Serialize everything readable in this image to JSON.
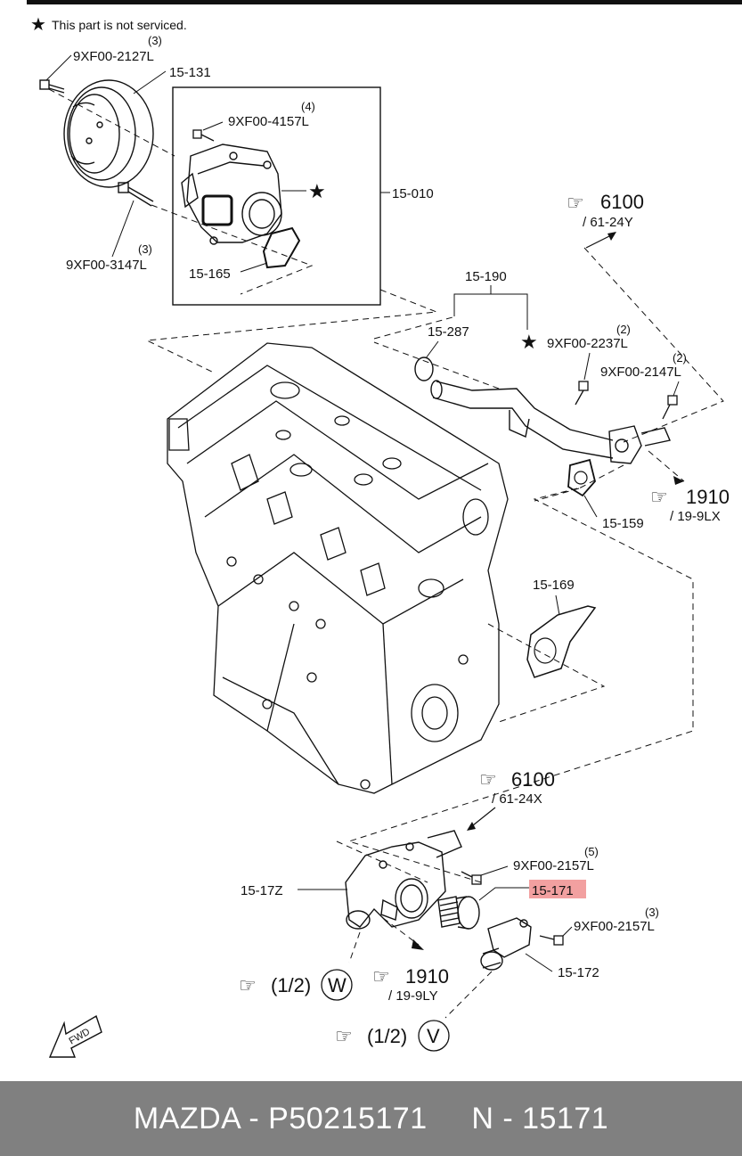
{
  "note": {
    "star": "★",
    "text": "This part is not serviced."
  },
  "labels": {
    "bolt_2127": "9XF00-2127L",
    "qty_2127": "(3)",
    "pulley": "15-131",
    "bolt_4157": "9XF00-4157L",
    "qty_4157": "(4)",
    "pump_assy": "15-010",
    "bolt_3147": "9XF00-3147L",
    "qty_3147": "(3)",
    "gasket_165": "15-165",
    "pipe": "15-190",
    "oring_287": "15-287",
    "bolt_2237": "9XF00-2237L",
    "qty_2237": "(2)",
    "bolt_2147": "9XF00-2147L",
    "qty_2147": "(2)",
    "gasket_159": "15-159",
    "gasket_169": "15-169",
    "housing": "15-17Z",
    "bolt_2157a": "9XF00-2157L",
    "qty_2157a": "(5)",
    "thermostat": "15-171",
    "bolt_2157b": "9XF00-2157L",
    "qty_2157b": "(3)",
    "cover": "15-172"
  },
  "refs": {
    "r6100_top": "6100",
    "r6100_top_sub": "/ 61-24Y",
    "r1910_right": "1910",
    "r1910_right_sub": "/ 19-9LX",
    "r6100_mid": "6100",
    "r6100_mid_sub": "/ 61-24X",
    "r12w": "(1/2)",
    "r12w_letter": "W",
    "r1910_bottom": "1910",
    "r1910_bottom_sub": "/ 19-9LY",
    "r12v": "(1/2)",
    "r12v_letter": "V"
  },
  "fwd": "FWD",
  "footer": {
    "brand": "MAZDA",
    "part_number": "P50215171",
    "ref": "N - 15171"
  },
  "colors": {
    "highlight": "#f2a0a0",
    "footer_bg": "#808080",
    "footer_text": "#ffffff"
  }
}
